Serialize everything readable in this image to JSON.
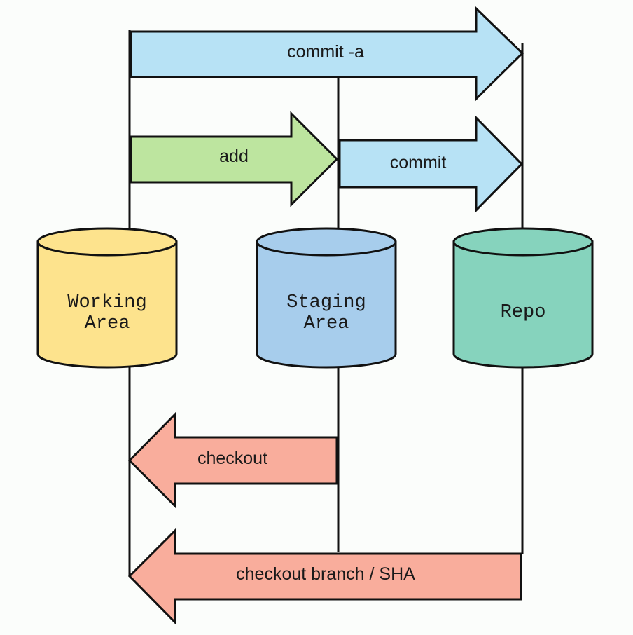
{
  "diagram": {
    "arrows": {
      "commit_a": {
        "label": "commit -a",
        "color": "#b7e2f5"
      },
      "add": {
        "label": "add",
        "color": "#bde59f"
      },
      "commit": {
        "label": "commit",
        "color": "#b7e2f5"
      },
      "checkout": {
        "label": "checkout",
        "color": "#f9ad9c"
      },
      "checkout_branch": {
        "label": "checkout branch / SHA",
        "color": "#f9ad9c"
      }
    },
    "stores": {
      "working": {
        "line1": "Working",
        "line2": "Area",
        "color": "#fde38d"
      },
      "staging": {
        "line1": "Staging",
        "line2": "Area",
        "color": "#a7cdec"
      },
      "repo": {
        "line1": "Repo",
        "color": "#86d3bd"
      }
    },
    "stroke_color": "#111111"
  }
}
